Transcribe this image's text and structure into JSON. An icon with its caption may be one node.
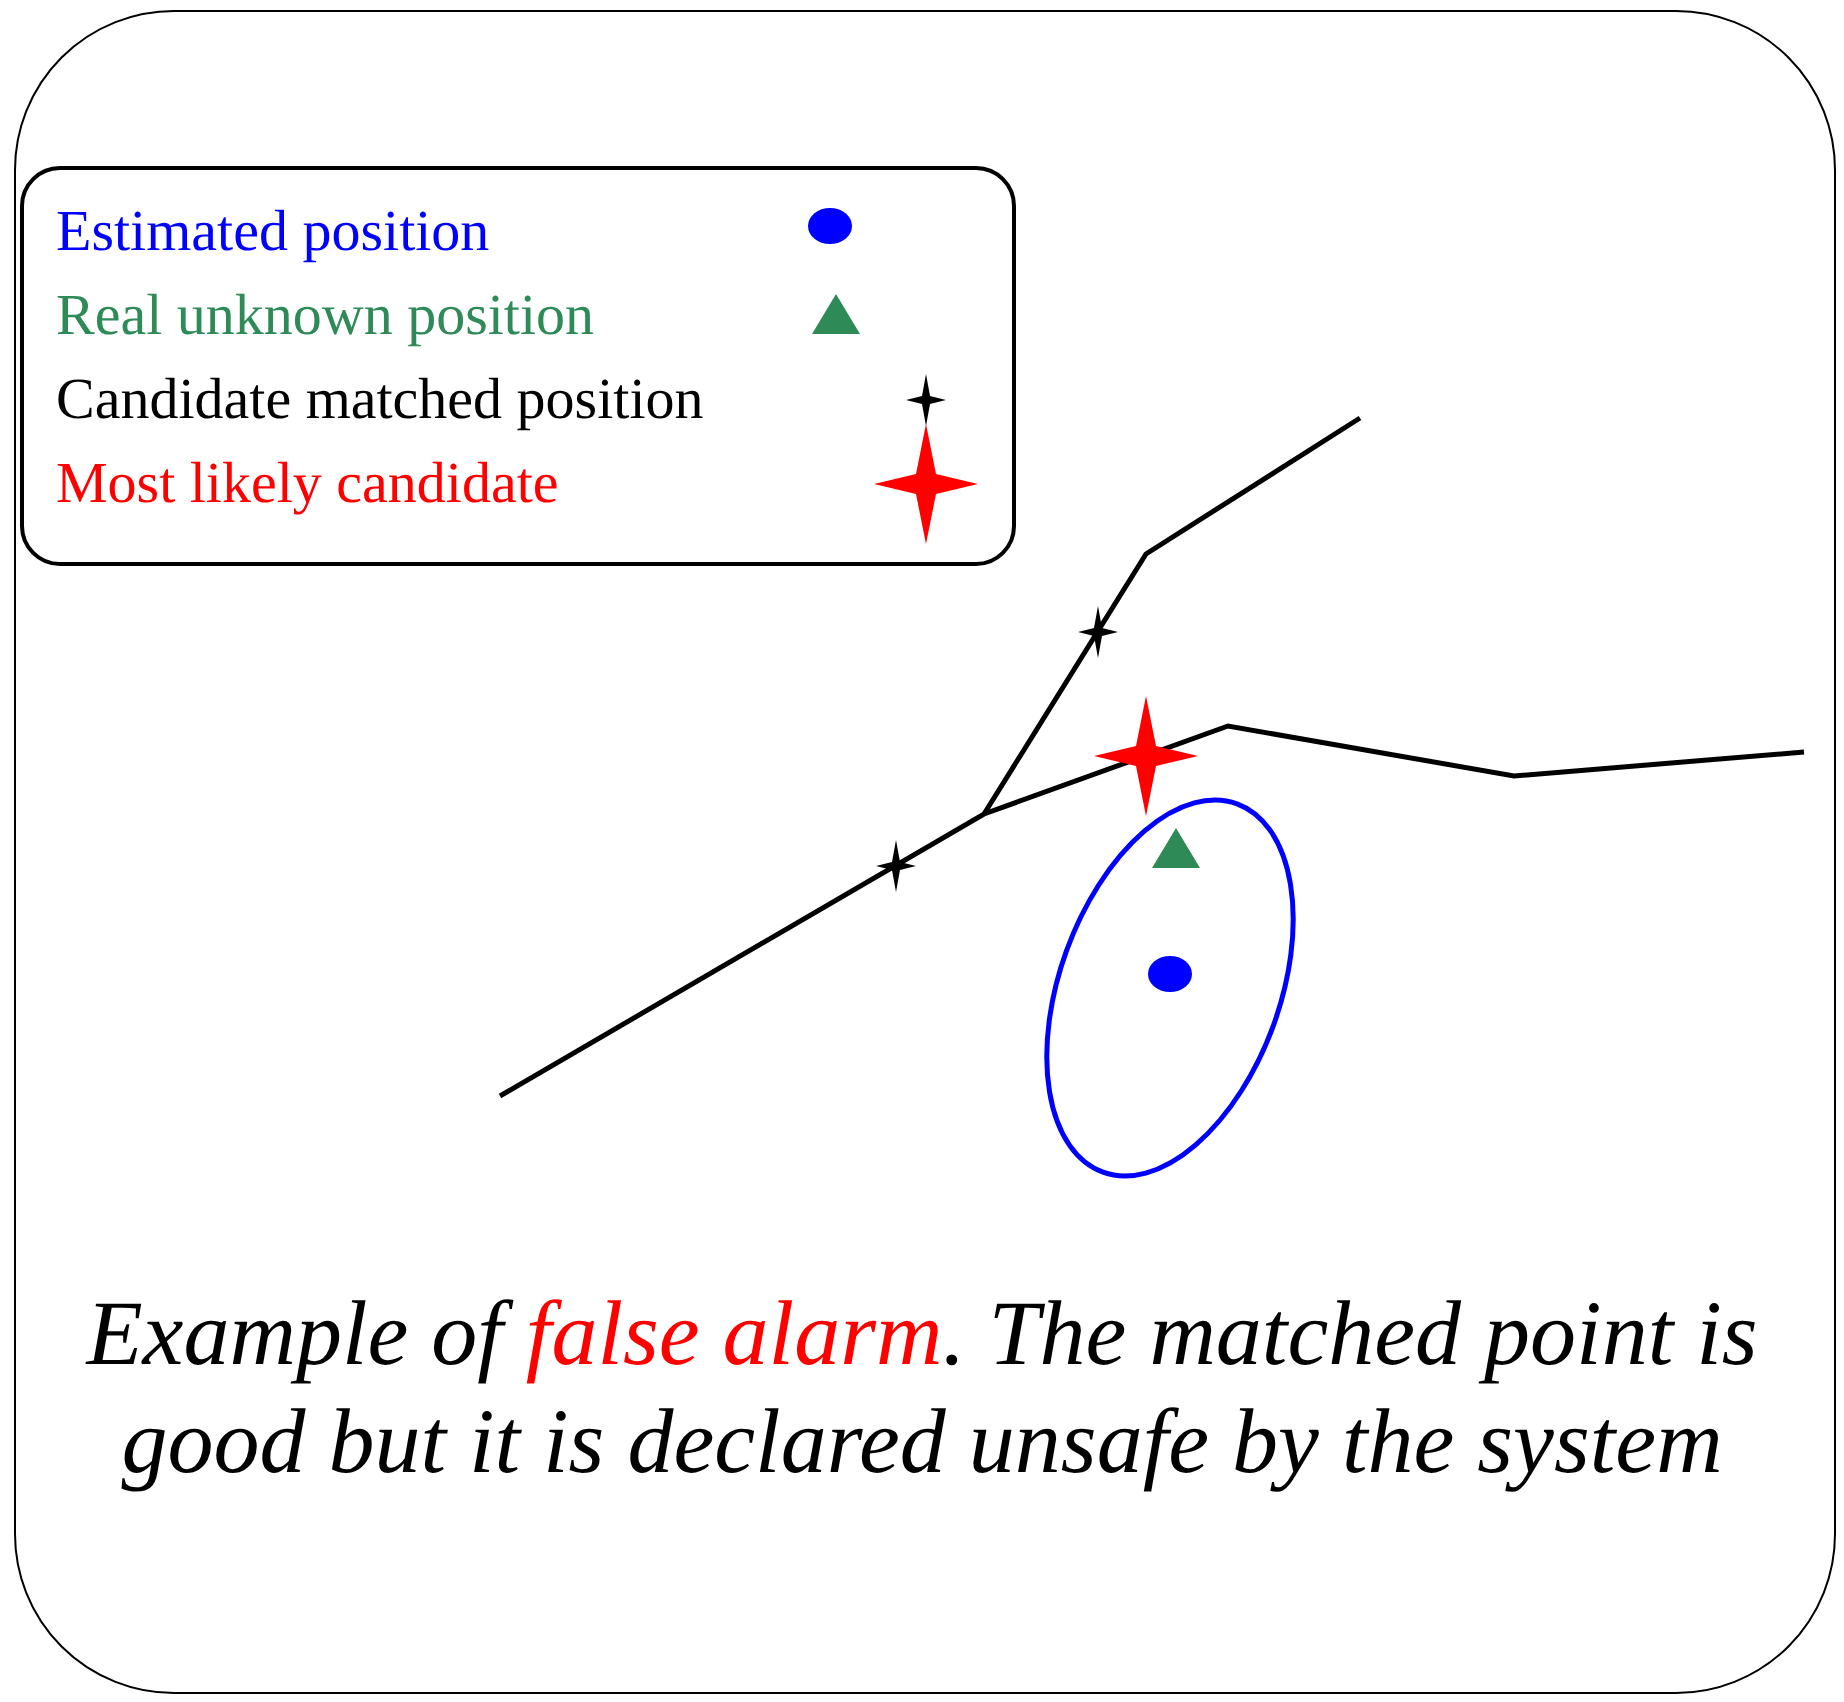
{
  "diagram": {
    "caption": "Example of **false alarm**. The matched point is good but it is declared unsafe by the system",
    "legend": [
      {
        "text": "Estimated position",
        "color": "#0000ff"
      },
      {
        "text": "Real unknown position",
        "color": "#2e8b57"
      },
      {
        "text": "Candidate matched position",
        "color": "#000000"
      },
      {
        "text": "Most likely candidate",
        "color": "#ff0000"
      }
    ]
  }
}
